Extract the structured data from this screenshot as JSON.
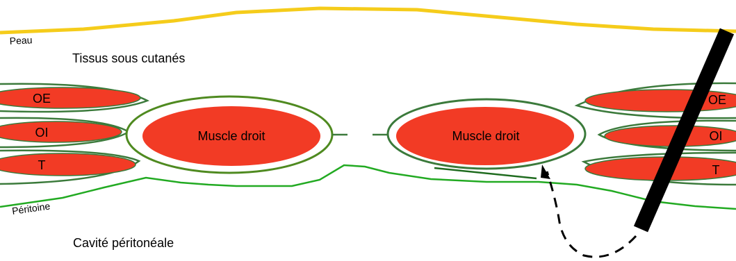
{
  "labels": {
    "skin": "Peau",
    "subcutaneous": "Tissus sous cutanés",
    "peritoneum": "Péritoine",
    "cavity": "Cavité péritonéale"
  },
  "muscles": {
    "rectus_left": "Muscle droit",
    "rectus_right": "Muscle droit",
    "external_oblique": "OE",
    "internal_oblique": "OI",
    "transversus": "T"
  },
  "colors": {
    "skin": "#f5cc1b",
    "muscle_fill": "#f23b25",
    "sheath": "#3b7a3b",
    "peritoneum": "#22aa22",
    "instrument": "#000000"
  }
}
